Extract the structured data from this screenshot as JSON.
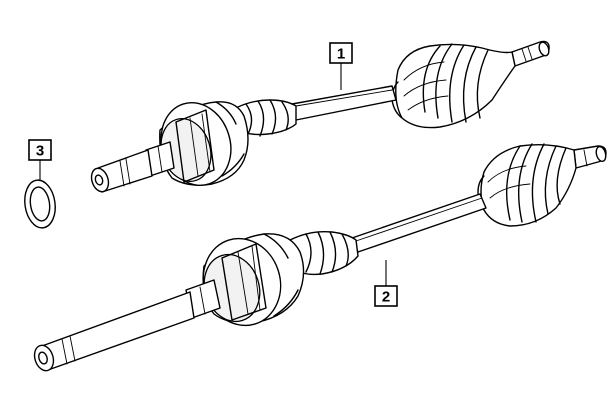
{
  "callouts": [
    {
      "id": "1",
      "label": "1"
    },
    {
      "id": "2",
      "label": "2"
    },
    {
      "id": "3",
      "label": "3"
    }
  ],
  "parts": [
    {
      "callout": "1",
      "name": "upper-drive-shaft"
    },
    {
      "callout": "2",
      "name": "lower-drive-shaft"
    },
    {
      "callout": "3",
      "name": "snap-ring"
    }
  ],
  "colors": {
    "line": "#000000",
    "background": "#ffffff"
  }
}
